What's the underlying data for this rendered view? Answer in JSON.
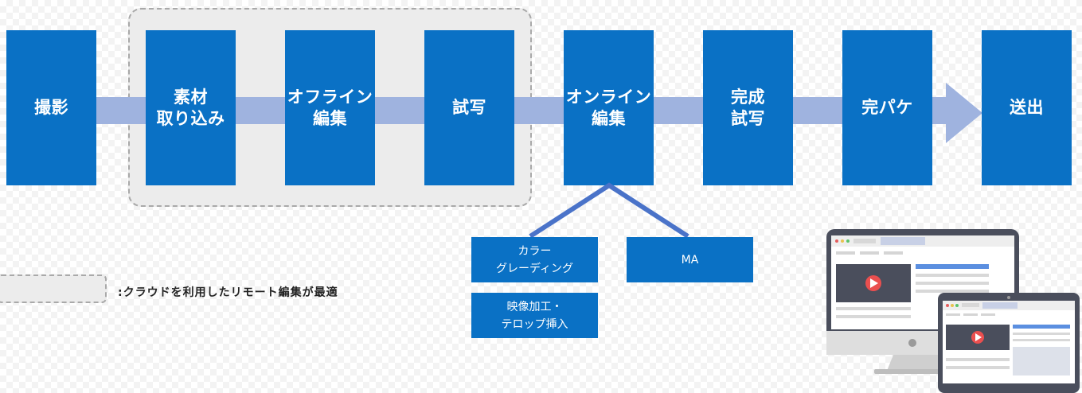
{
  "steps": [
    {
      "label": "撮影"
    },
    {
      "label": "素材\n取り込み"
    },
    {
      "label": "オフライン\n編集"
    },
    {
      "label": "試写"
    },
    {
      "label": "オンライン\n編集"
    },
    {
      "label": "完成\n試写"
    },
    {
      "label": "完パケ"
    },
    {
      "label": "送出"
    }
  ],
  "sub_tasks": [
    {
      "label": "カラー\nグレーディング"
    },
    {
      "label": "MA"
    },
    {
      "label": "映像加工・\nテロップ挿入"
    }
  ],
  "legend": {
    "text": ":クラウドを利用したリモート編集が最適"
  },
  "colors": {
    "box_blue": "#0a71c5",
    "flow_band": "#9fb3df",
    "branch_line": "#4a73c9",
    "group_fill": "#ececec",
    "group_border": "#a9a9a9",
    "play_red": "#ea4f4f"
  },
  "icons": {
    "devices": "desktop-and-laptop-video-player-icon"
  }
}
